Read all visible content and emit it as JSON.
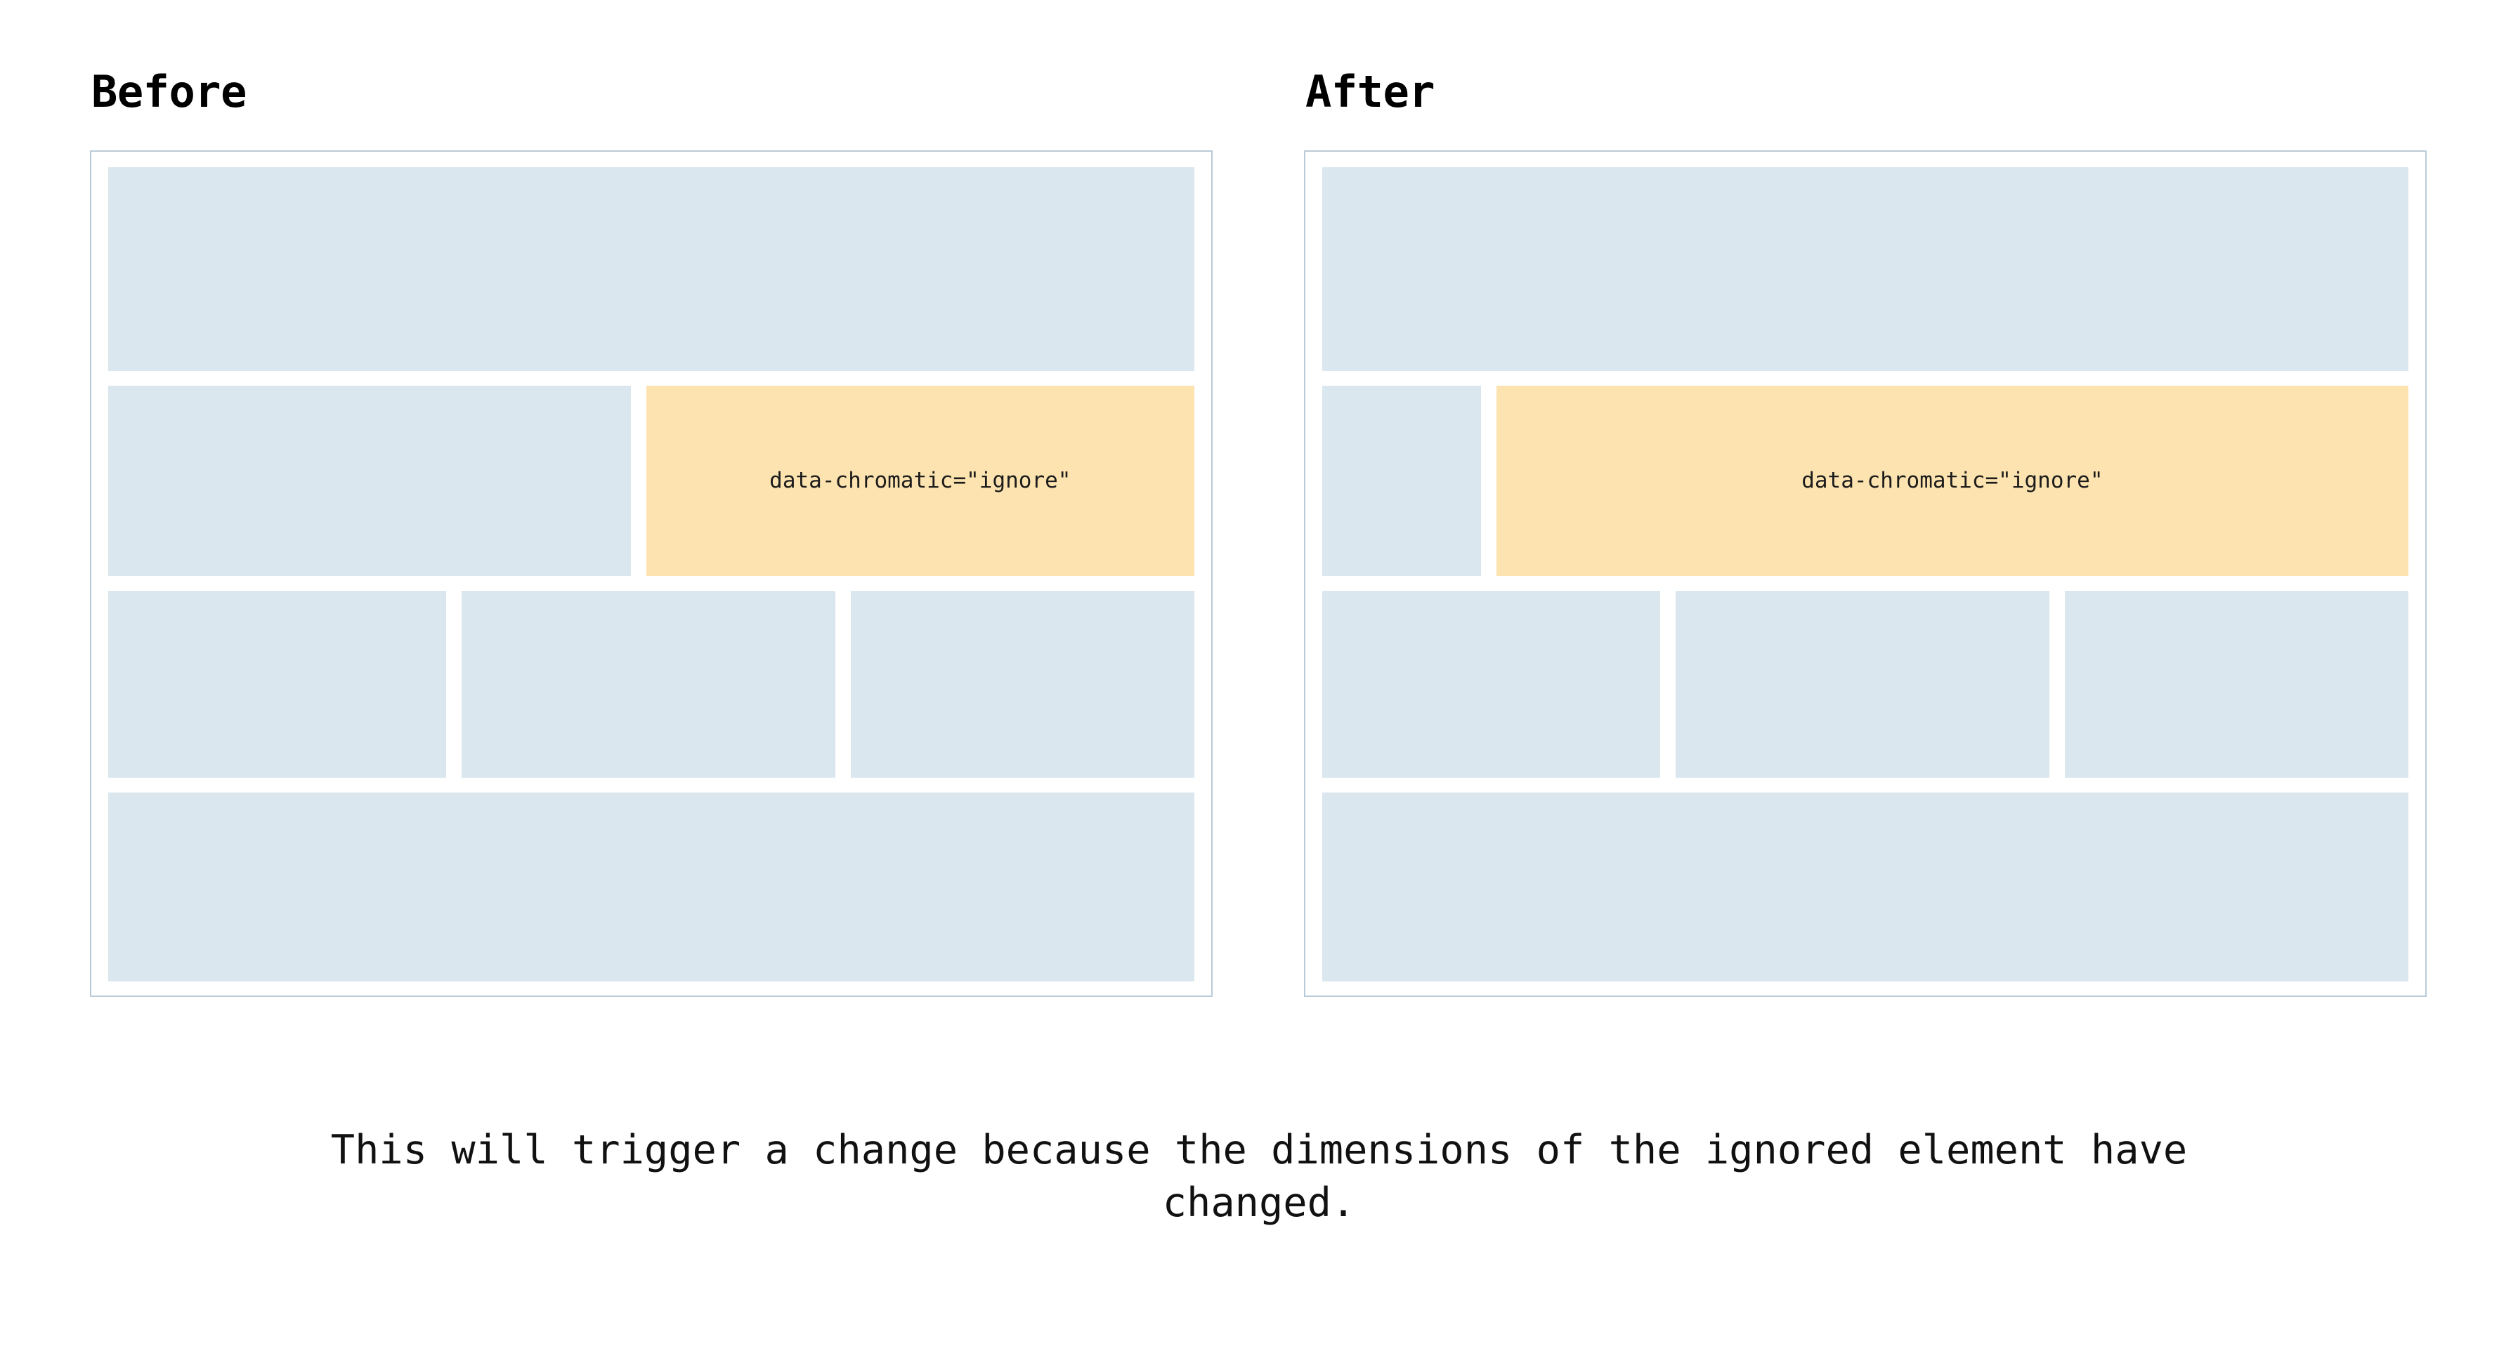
{
  "page": {
    "background_color": "#ffffff",
    "caption": "This will trigger a change because the dimensions of the ignored element have changed."
  },
  "colors": {
    "placeholder_block": "#dbe7ef",
    "ignored_block": "#fce3af",
    "frame_border": "#b9cbd8",
    "heading_text": "#000000",
    "caption_text": "#111111"
  },
  "comparison": {
    "panels": [
      {
        "heading": "Before",
        "ignore_label": "data-chromatic=\"ignore\"",
        "rows": [
          {
            "name": "hero",
            "blocks": 1
          },
          {
            "name": "split",
            "blocks": 2,
            "ignored_block_index": 1
          },
          {
            "name": "trio",
            "blocks": 3
          },
          {
            "name": "footer",
            "blocks": 1
          }
        ]
      },
      {
        "heading": "After",
        "ignore_label": "data-chromatic=\"ignore\"",
        "rows": [
          {
            "name": "hero",
            "blocks": 1
          },
          {
            "name": "split",
            "blocks": 2,
            "ignored_block_index": 1
          },
          {
            "name": "trio",
            "blocks": 3
          },
          {
            "name": "footer",
            "blocks": 1
          }
        ]
      }
    ]
  }
}
